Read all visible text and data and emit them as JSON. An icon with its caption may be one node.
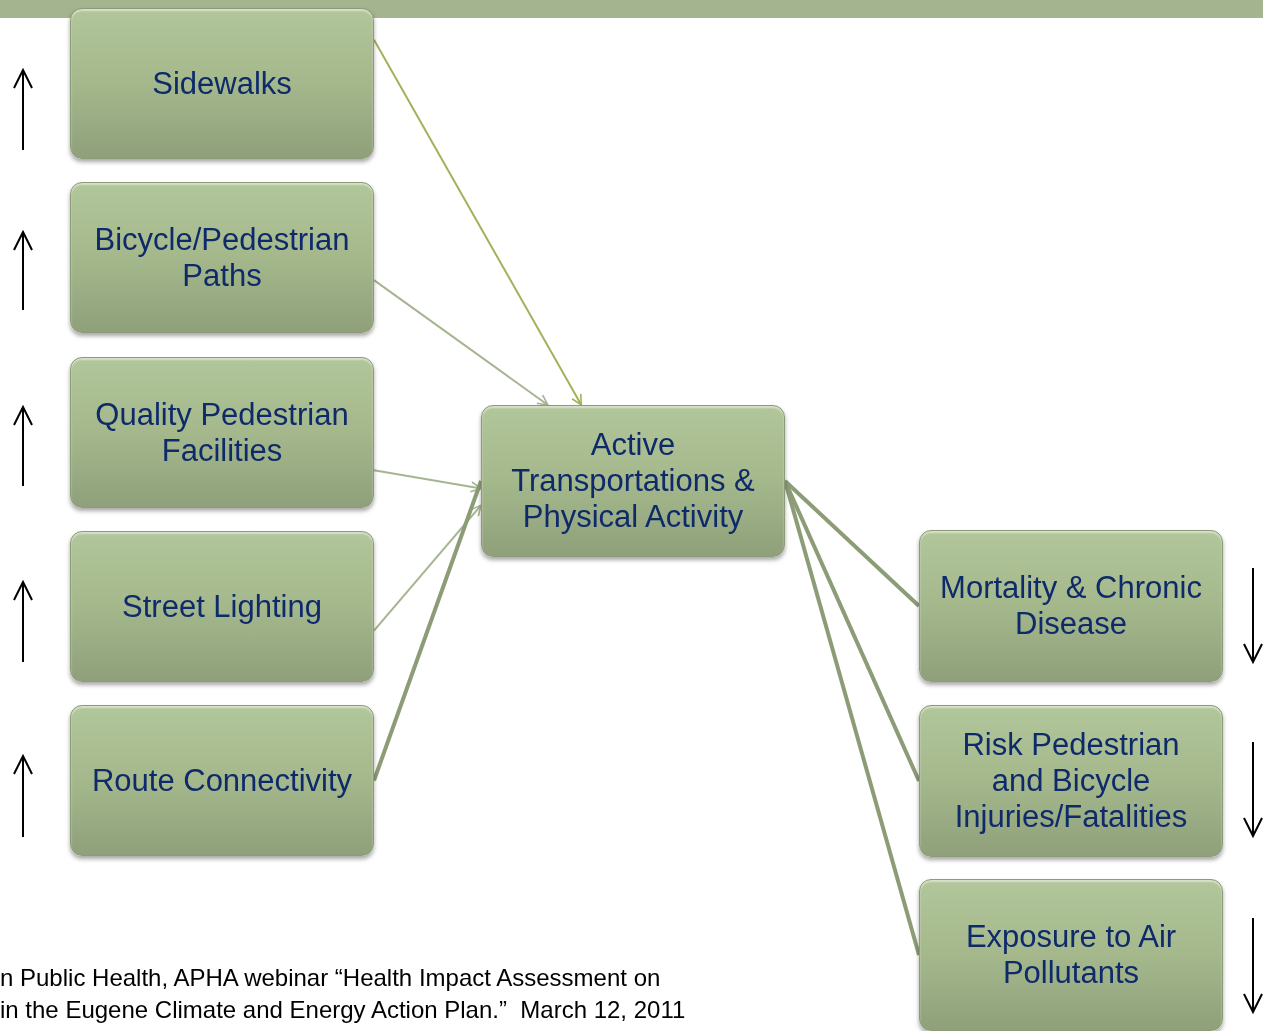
{
  "diagram": {
    "nodes": [
      {
        "text": [
          "Sidewalks"
        ]
      },
      {
        "text": [
          "Bicycle/Pedestrian Paths"
        ]
      },
      {
        "text": [
          "Quality Pedestrian Facilities"
        ]
      },
      {
        "text": [
          "Street Lighting"
        ]
      },
      {
        "text": [
          "Route Connectivity"
        ]
      },
      {
        "text": [
          "Active Transportations & Physical Activity"
        ]
      },
      {
        "text": [
          "Mortality & Chronic Disease"
        ]
      },
      {
        "text": [
          "Risk Pedestrian and Bicycle Injuries/Fatalities"
        ]
      },
      {
        "text": [
          "Exposure to Air Pollutants"
        ]
      }
    ],
    "edges": [
      {
        "from": 0,
        "to": 5,
        "arrow": "to",
        "color": "#a0b25a"
      },
      {
        "from": 1,
        "to": 5,
        "arrow": "to"
      },
      {
        "from": 2,
        "to": 5,
        "arrow": "to"
      },
      {
        "from": 3,
        "to": 5,
        "arrow": "to"
      },
      {
        "from": 4,
        "to": 5,
        "arrow": "none",
        "style": "thick"
      },
      {
        "from": 5,
        "to": 6,
        "arrow": "none",
        "style": "thick"
      },
      {
        "from": 5,
        "to": 7,
        "arrow": "none",
        "style": "thick"
      },
      {
        "from": 5,
        "to": 8,
        "arrow": "none",
        "style": "thick"
      }
    ],
    "labels": [
      "n Public Health, APHA webinar “Health Impact Assessment on",
      "in the Eugene Climate and Energy Action Plan.”  March 12, 2011"
    ]
  }
}
